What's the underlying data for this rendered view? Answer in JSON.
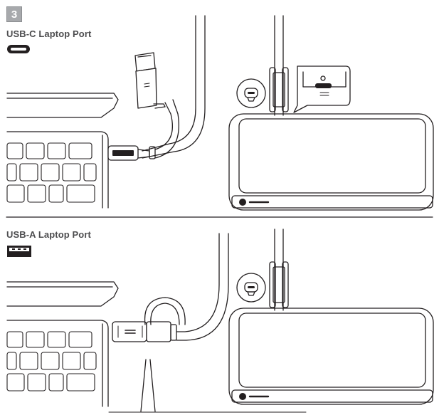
{
  "step": {
    "number": "3"
  },
  "sections": [
    {
      "title": "USB-C Laptop Port",
      "port_type": "usb-c"
    },
    {
      "title": "USB-A Laptop Port",
      "port_type": "usb-a"
    }
  ],
  "icons": {
    "usb_c_port": "usb-c-port-icon",
    "usb_a_port": "usb-a-port-icon",
    "plug_symbol": "usb-c-connector-icon"
  },
  "colors": {
    "line": "#231f20",
    "badge": "#a7a9ac",
    "title": "#4d4d4f",
    "divider": "#231f20"
  }
}
